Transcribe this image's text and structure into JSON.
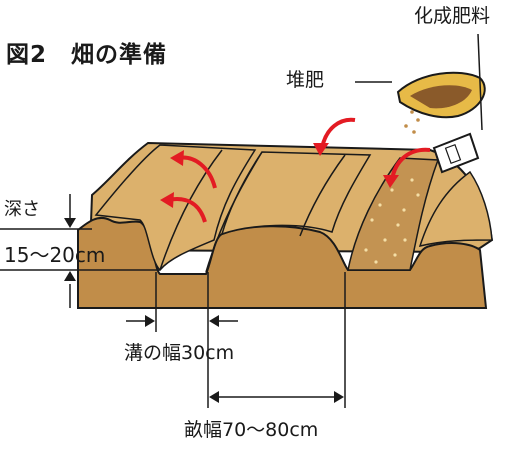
{
  "title": "図2　畑の準備",
  "labels": {
    "chemical_fertilizer": "化成肥料",
    "compost": "堆肥",
    "depth": "深さ",
    "depth_value": "15〜20cm",
    "groove_width": "溝の幅30cm",
    "ridge_width": "畝幅70〜80cm"
  },
  "colors": {
    "soil_top": "#dcb16c",
    "soil_side": "#c18d49",
    "fertilizer_band": "#c39352",
    "arrow_red": "#e31b23",
    "basket": "#e7ba47",
    "outline": "#1a1a1a"
  }
}
